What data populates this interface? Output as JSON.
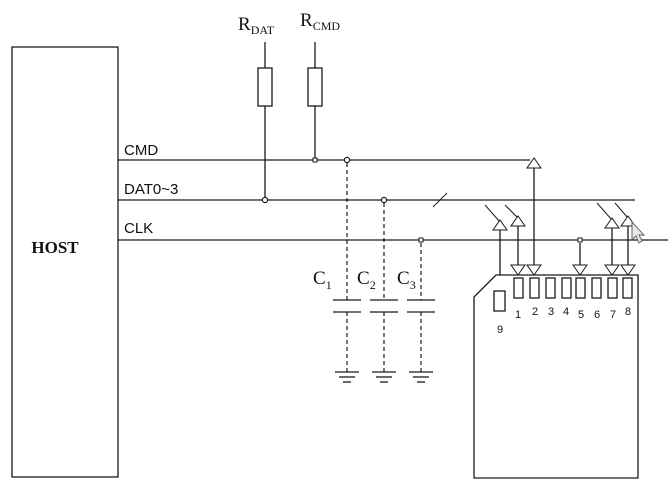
{
  "host": {
    "label": "HOST"
  },
  "resistors": {
    "dat": {
      "main": "R",
      "sub": "DAT"
    },
    "cmd": {
      "main": "R",
      "sub": "CMD"
    }
  },
  "signals": {
    "cmd": "CMD",
    "dat": "DAT0~3",
    "clk": "CLK"
  },
  "capacitors": [
    {
      "main": "C",
      "sub": "1"
    },
    {
      "main": "C",
      "sub": "2"
    },
    {
      "main": "C",
      "sub": "3"
    }
  ],
  "card_pins": [
    "9",
    "1",
    "2",
    "3",
    "4",
    "5",
    "6",
    "7",
    "8"
  ]
}
